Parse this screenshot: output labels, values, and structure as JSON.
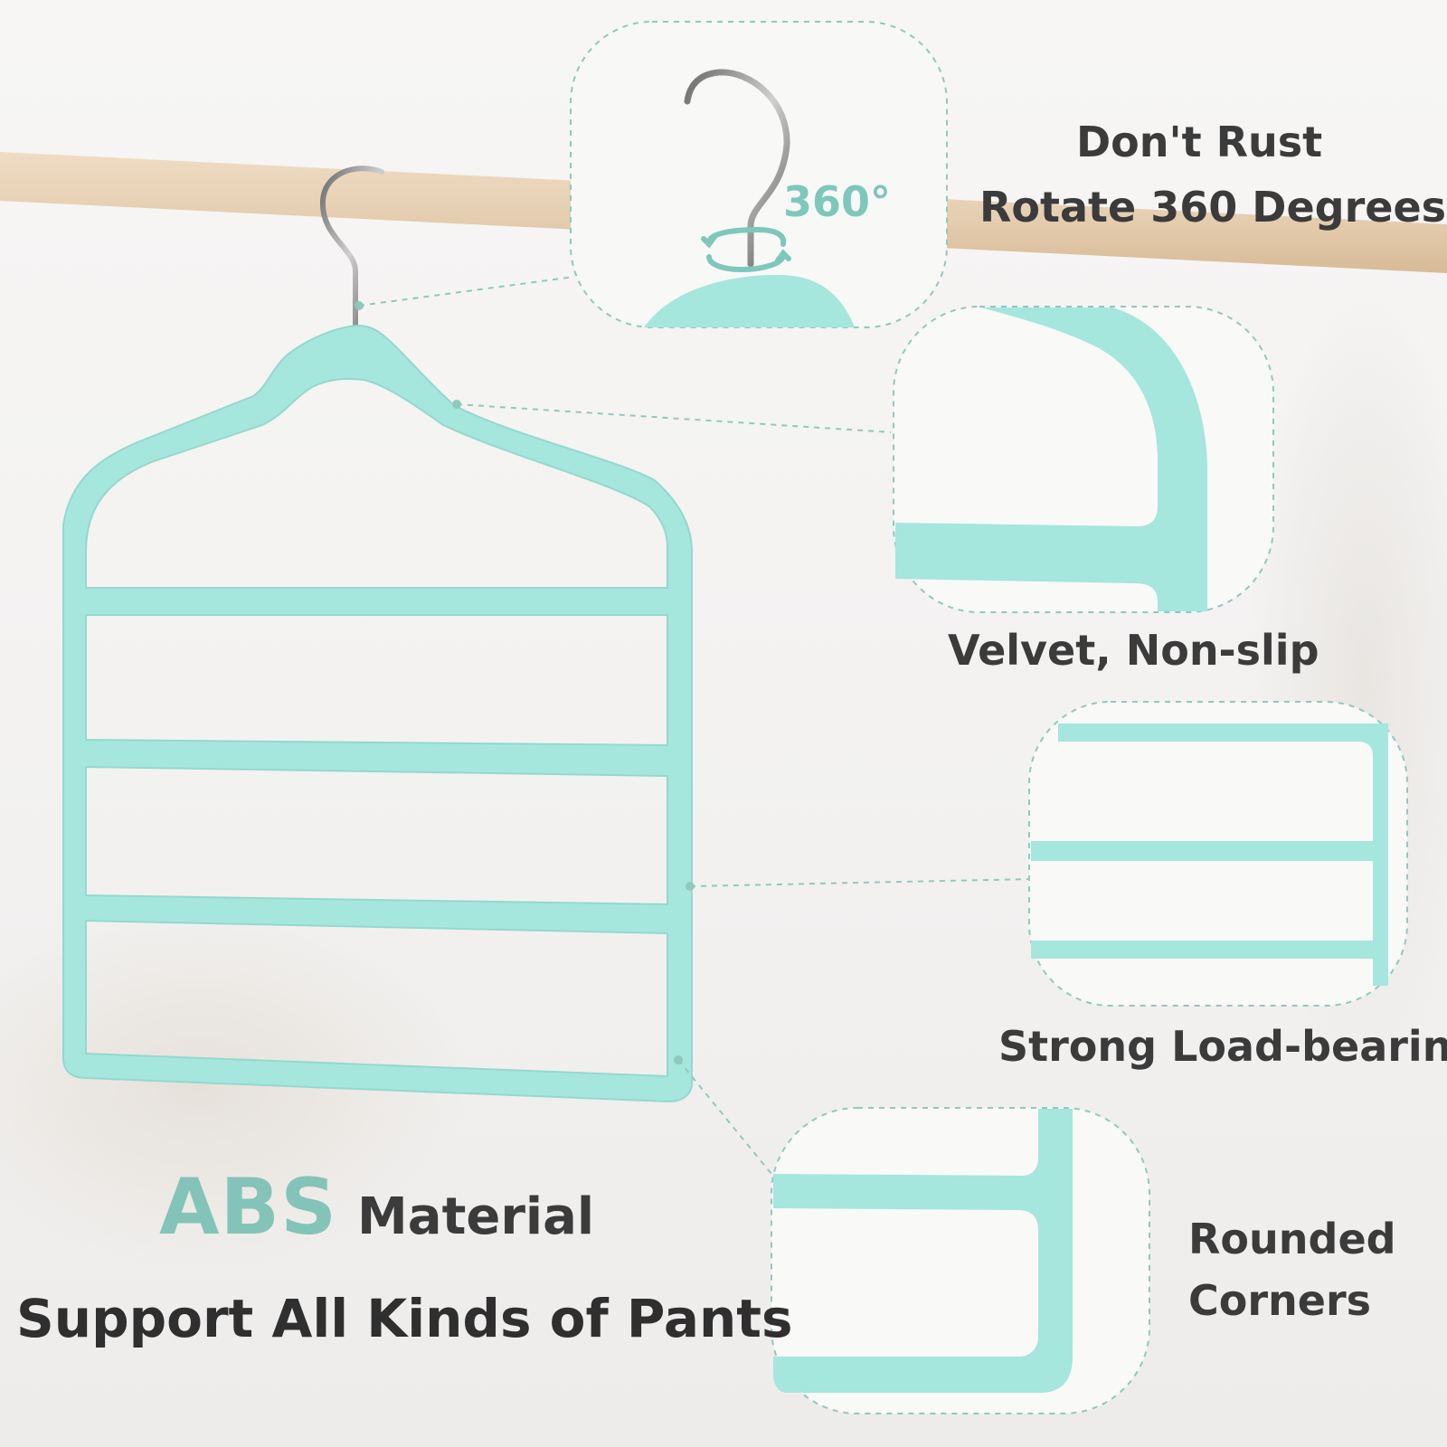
{
  "callouts": {
    "rust": "Don't Rust",
    "rotate": "Rotate 360 Degrees",
    "degree_badge": "360°",
    "velvet": "Velvet, Non-slip",
    "strong": "Strong Load-bearing",
    "rounded_line1": "Rounded",
    "rounded_line2": "Corners"
  },
  "headline": {
    "abs": "ABS",
    "material": "Material",
    "support": "Support All Kinds of Pants"
  },
  "colors": {
    "hanger_mint": "#a5e6dd",
    "accent_text": "#84c4b8",
    "wood_rod": "#e6cfb2",
    "label_text": "#3b3b3b"
  },
  "icons": {
    "rotate": "rotate-arrows-icon",
    "hook": "metal-hook-icon"
  }
}
